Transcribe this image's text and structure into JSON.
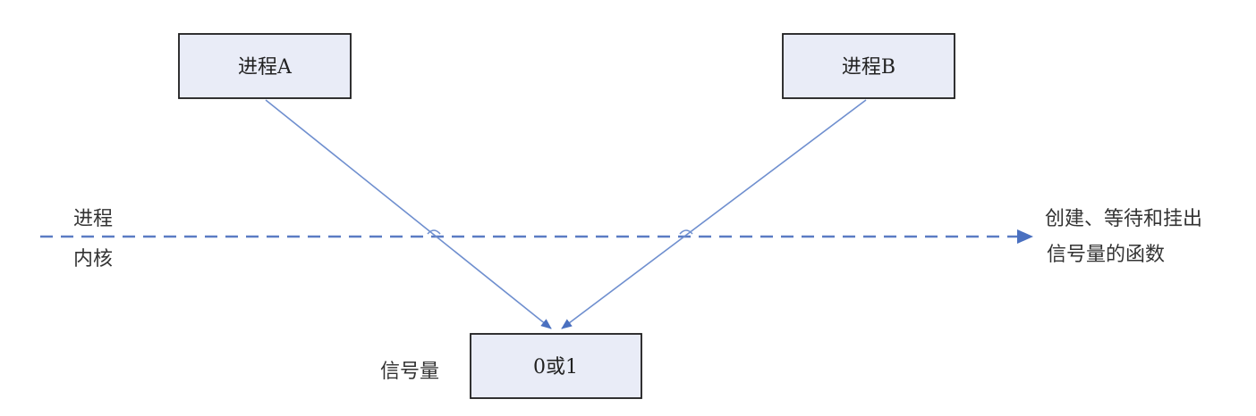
{
  "nodes": {
    "process_a": {
      "label": "进程A"
    },
    "process_b": {
      "label": "进程B"
    },
    "semaphore": {
      "label": "0或1"
    }
  },
  "labels": {
    "user_space": "进程",
    "kernel_space": "内核",
    "semaphore_caption": "信号量",
    "functions_line1": "创建、等待和挂出",
    "functions_line2": "信号量的函数"
  },
  "colors": {
    "box_fill": "#e9ecf7",
    "box_stroke": "#1c1c1c",
    "line": "#6f8fcf",
    "dashed_line": "#5b7cc4",
    "arrow": "#4a70c0"
  }
}
